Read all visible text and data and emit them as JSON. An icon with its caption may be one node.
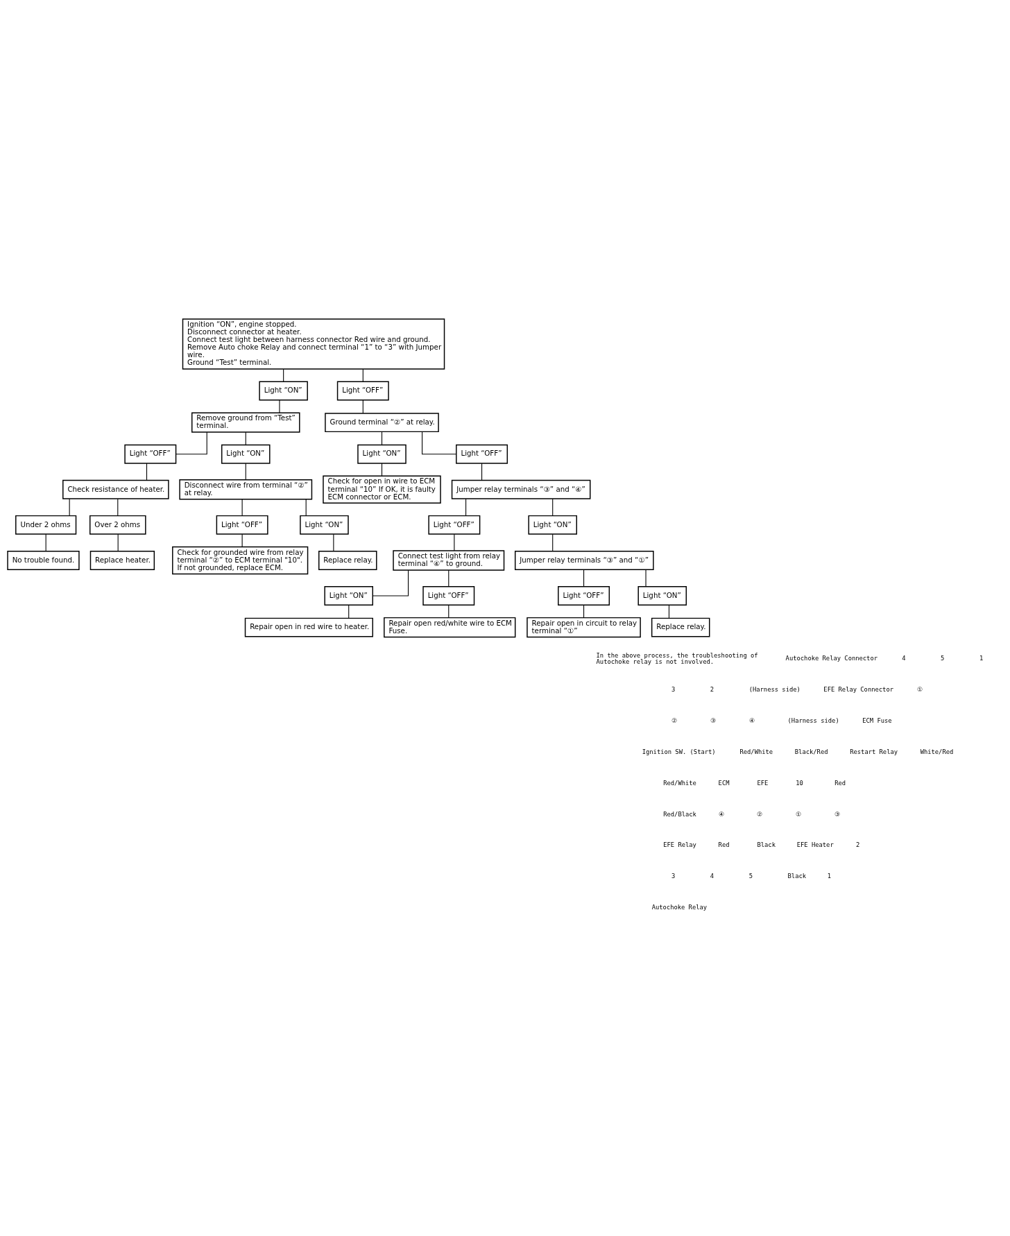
{
  "diagram": {
    "nodes": [
      {
        "text": [
          "Ignition “ON”, engine stopped.",
          "Disconnect connector at heater.",
          "Connect test light between harness connector Red wire and ground.",
          "Remove Auto choke Relay and connect terminal “1” to “3” with Jumper wire.",
          "Ground “Test” terminal."
        ]
      },
      {
        "text": [
          "Light “ON”"
        ]
      },
      {
        "text": [
          "Light “OFF”"
        ]
      },
      {
        "text": [
          "Remove ground from “Test” terminal."
        ]
      },
      {
        "text": [
          "Ground terminal “②” at relay."
        ]
      },
      {
        "text": [
          "Light “OFF”"
        ]
      },
      {
        "text": [
          "Light “ON”"
        ]
      },
      {
        "text": [
          "Check resistance of heater."
        ]
      },
      {
        "text": [
          "Disconnect wire from terminal “②” at relay."
        ]
      },
      {
        "text": [
          "Under 2 ohms"
        ]
      },
      {
        "text": [
          "Over 2 ohms"
        ]
      },
      {
        "text": [
          "No trouble found."
        ]
      },
      {
        "text": [
          "Replace heater."
        ]
      },
      {
        "text": [
          "Light “OFF”"
        ]
      },
      {
        "text": [
          "Light “ON”"
        ]
      },
      {
        "text": [
          "Check for grounded wire from relay terminal “②” to ECM terminal \"10\". If not grounded, replace ECM."
        ]
      },
      {
        "text": [
          "Replace relay."
        ]
      },
      {
        "text": [
          "Light “ON”"
        ]
      },
      {
        "text": [
          "Light “OFF”"
        ]
      },
      {
        "text": [
          "Check for open in wire to ECM terminal “10” If OK, it is faulty ECM connector or ECM."
        ]
      },
      {
        "text": [
          "Jumper relay terminals “③” and “④”"
        ]
      },
      {
        "text": [
          "Light “OFF”"
        ]
      },
      {
        "text": [
          "Light “ON”"
        ]
      },
      {
        "text": [
          "Connect test light from relay terminal “④” to ground."
        ]
      },
      {
        "text": [
          "Jumper relay terminals “③” and “①”"
        ]
      },
      {
        "text": [
          "Light “ON”"
        ]
      },
      {
        "text": [
          "Light “OFF”"
        ]
      },
      {
        "text": [
          "Repair open in red wire to heater."
        ]
      },
      {
        "text": [
          "Repair open red/white wire to ECM Fuse."
        ]
      },
      {
        "text": [
          "Light “OFF”"
        ]
      },
      {
        "text": [
          "Light “ON”"
        ]
      },
      {
        "text": [
          "Repair open in circuit to relay terminal “①”"
        ]
      },
      {
        "text": [
          "Replace relay."
        ]
      }
    ],
    "edges": [
      {
        "from": 0,
        "to": 1,
        "arrow": "none"
      },
      {
        "from": 0,
        "to": 2,
        "arrow": "none"
      },
      {
        "from": 1,
        "to": 3,
        "arrow": "none"
      },
      {
        "from": 2,
        "to": 4,
        "arrow": "none"
      },
      {
        "from": 3,
        "to": 5,
        "arrow": "none"
      },
      {
        "from": 3,
        "to": 6,
        "arrow": "none"
      },
      {
        "from": 5,
        "to": 7,
        "arrow": "none"
      },
      {
        "from": 6,
        "to": 8,
        "arrow": "none"
      },
      {
        "from": 7,
        "to": 9,
        "arrow": "none"
      },
      {
        "from": 7,
        "to": 10,
        "arrow": "none"
      },
      {
        "from": 9,
        "to": 11,
        "arrow": "none"
      },
      {
        "from": 10,
        "to": 12,
        "arrow": "none"
      },
      {
        "from": 8,
        "to": 13,
        "arrow": "none"
      },
      {
        "from": 8,
        "to": 14,
        "arrow": "none"
      },
      {
        "from": 13,
        "to": 15,
        "arrow": "none"
      },
      {
        "from": 14,
        "to": 16,
        "arrow": "none"
      },
      {
        "from": 4,
        "to": 17,
        "arrow": "none"
      },
      {
        "from": 4,
        "to": 18,
        "arrow": "none"
      },
      {
        "from": 17,
        "to": 19,
        "arrow": "none"
      },
      {
        "from": 18,
        "to": 20,
        "arrow": "none"
      },
      {
        "from": 20,
        "to": 21,
        "arrow": "none"
      },
      {
        "from": 20,
        "to": 22,
        "arrow": "none"
      },
      {
        "from": 21,
        "to": 23,
        "arrow": "none"
      },
      {
        "from": 22,
        "to": 24,
        "arrow": "none"
      },
      {
        "from": 23,
        "to": 25,
        "arrow": "none"
      },
      {
        "from": 23,
        "to": 26,
        "arrow": "none"
      },
      {
        "from": 25,
        "to": 27,
        "arrow": "none"
      },
      {
        "from": 26,
        "to": 28,
        "arrow": "none"
      },
      {
        "from": 24,
        "to": 29,
        "arrow": "none"
      },
      {
        "from": 24,
        "to": 30,
        "arrow": "none"
      },
      {
        "from": 29,
        "to": 31,
        "arrow": "none"
      },
      {
        "from": 30,
        "to": 32,
        "arrow": "none"
      }
    ],
    "labels": [
      "In the above process, the troubleshooting of Autochoke relay is not involved.",
      "Autochoke Relay Connector",
      "4",
      "5",
      "1",
      "3",
      "2",
      "(Harness side)",
      "EFE Relay Connector",
      "①",
      "②",
      "③",
      "④",
      "(Harness side)",
      "ECM Fuse",
      "Ignition SW. (Start)",
      "Red/White",
      "Black/Red",
      "Restart Relay",
      "White/Red",
      "Red/White",
      "ECM",
      "EFE",
      "10",
      "Red",
      "Red/Black",
      "④",
      "②",
      "①",
      "③",
      "EFE Relay",
      "Red",
      "Black",
      "EFE Heater",
      "2",
      "3",
      "4",
      "5",
      "Black",
      "1",
      "Autochoke Relay"
    ]
  }
}
